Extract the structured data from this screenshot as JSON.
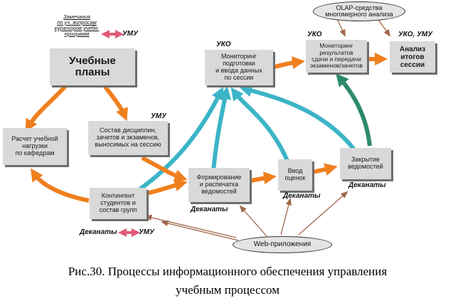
{
  "nodes": {
    "olap": "OLAP-средства\nмногомерного анализа",
    "curricula": "Учебные\nпланы",
    "monitoring_prep": "Мониторинг\nподготовки\nи ввода данных\nпо сессии",
    "monitoring_results": "Мониторинг\nрезультатов\nсдачи и передачи\nэкзаменов/зачетов",
    "analysis": "Анализ\nитогов\nсессии",
    "load_calc": "Расчет учебной\nнагрузки\nпо кафедрам",
    "disciplines": "Состав дисциплин,\nзачетов и экзаменов,\nвыносимых на сессию",
    "contingent": "Контингент\nстудентов и\nсостав групп",
    "sheets": "Формирование\nи распечатка\nведомостей",
    "grades": "Ввод\nоценок",
    "close_sheets": "Закрытие\nведомостей",
    "web_apps": "Web-приложения"
  },
  "labels": {
    "umu_top": "УМУ",
    "note_top": "Замечания\nпо уч. вопросам\nкураторов учебн.\nпрограмм",
    "umu_disciplines": "УМУ",
    "uko_prep": "УКО",
    "uko_results": "УКО",
    "uko_umu": "УКО, УМУ",
    "deans_sheets": "Деканаты",
    "deans_grades": "Деканаты",
    "deans_close": "Деканаты",
    "deans_bottom": "Деканаты",
    "umu_bottom": "УМУ"
  },
  "caption": {
    "line1": "Рис.30. Процессы информационного обеспечения управления",
    "line2": "учебным процессом"
  },
  "colors": {
    "orange_flow": "#f07f1e",
    "cyan_flow": "#3cb4c8",
    "green_flow": "#2e8a6e",
    "thin_arrow": "#a0674a",
    "pink_arrow": "#e05a78",
    "box_fill": "#d9d9d9"
  }
}
